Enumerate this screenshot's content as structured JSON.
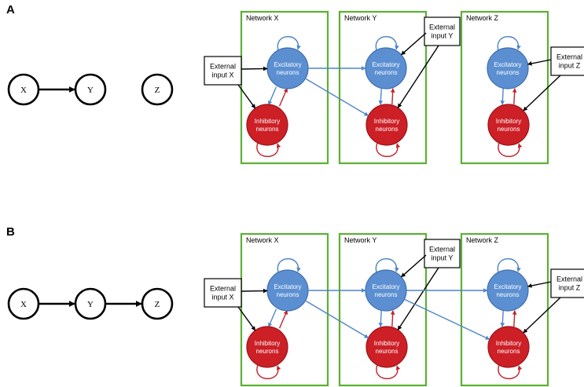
{
  "colors": {
    "network_border": "#5cb035",
    "excitatory_fill": "#5b8fd1",
    "excitatory_stroke": "#3f6fae",
    "inhibitory_fill": "#cc1f26",
    "inhibitory_stroke": "#9a1418",
    "excitatory_arrow": "#4f86c6",
    "inhibitory_arrow": "#c0202a",
    "black": "#000000"
  },
  "panels": [
    {
      "letter": "A",
      "dag": {
        "nodes": [
          "X",
          "Y",
          "Z"
        ],
        "edges": [
          [
            "X",
            "Y"
          ]
        ]
      },
      "networks": [
        {
          "title": "Network X",
          "excitatory": [
            "Excitatory",
            "neurons"
          ],
          "inhibitory": [
            "Inhibitory",
            "neurons"
          ],
          "external_input": [
            "External",
            "input X"
          ],
          "input_side": "left"
        },
        {
          "title": "Network Y",
          "excitatory": [
            "Excitatory",
            "neurons"
          ],
          "inhibitory": [
            "Inhibitory",
            "neurons"
          ],
          "external_input": [
            "External",
            "input Y"
          ],
          "input_side": "top-right"
        },
        {
          "title": "Network Z",
          "excitatory": [
            "Excitatory",
            "neurons"
          ],
          "inhibitory": [
            "Inhibitory",
            "neurons"
          ],
          "external_input": [
            "External",
            "input Z"
          ],
          "input_side": "right"
        }
      ],
      "cross_connections": [
        [
          "X",
          "Y"
        ]
      ]
    },
    {
      "letter": "B",
      "dag": {
        "nodes": [
          "X",
          "Y",
          "Z"
        ],
        "edges": [
          [
            "X",
            "Y"
          ],
          [
            "Y",
            "Z"
          ]
        ]
      },
      "networks": [
        {
          "title": "Network X",
          "excitatory": [
            "Excitatory",
            "neurons"
          ],
          "inhibitory": [
            "Inhibitory",
            "neurons"
          ],
          "external_input": [
            "External",
            "input X"
          ],
          "input_side": "left"
        },
        {
          "title": "Network Y",
          "excitatory": [
            "Excitatory",
            "neurons"
          ],
          "inhibitory": [
            "Inhibitory",
            "neurons"
          ],
          "external_input": [
            "External",
            "input Y"
          ],
          "input_side": "top-right"
        },
        {
          "title": "Network Z",
          "excitatory": [
            "Excitatory",
            "neurons"
          ],
          "inhibitory": [
            "Inhibitory",
            "neurons"
          ],
          "external_input": [
            "External",
            "input Z"
          ],
          "input_side": "right"
        }
      ],
      "cross_connections": [
        [
          "X",
          "Y"
        ],
        [
          "Y",
          "Z"
        ]
      ]
    }
  ]
}
